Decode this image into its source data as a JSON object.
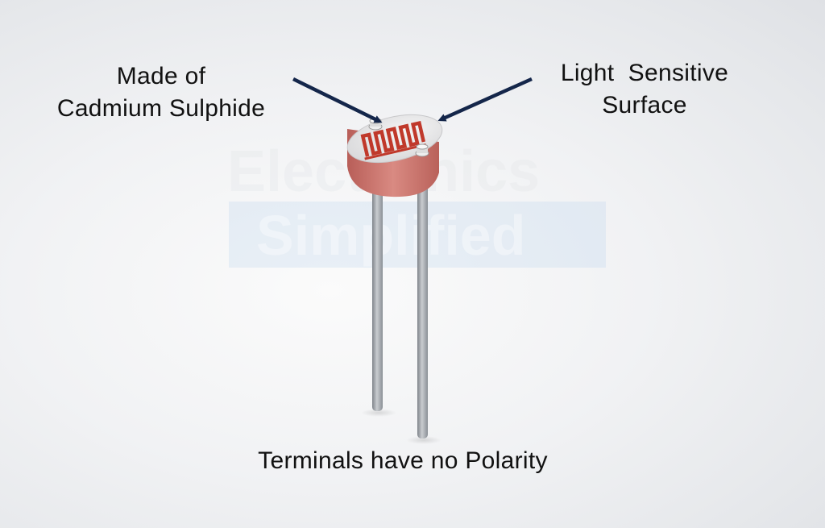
{
  "labels": {
    "material": [
      "Made of",
      "Cadmium Sulphide"
    ],
    "surface": [
      "Light  Sensitive",
      "Surface"
    ],
    "terminals": "Terminals have no Polarity"
  },
  "watermark": [
    "Electronics",
    "Simplified"
  ],
  "colors": {
    "arrow": "#14264a",
    "body": "#c8706a",
    "track": "#c0392b",
    "lead": "#a4a8ad"
  }
}
